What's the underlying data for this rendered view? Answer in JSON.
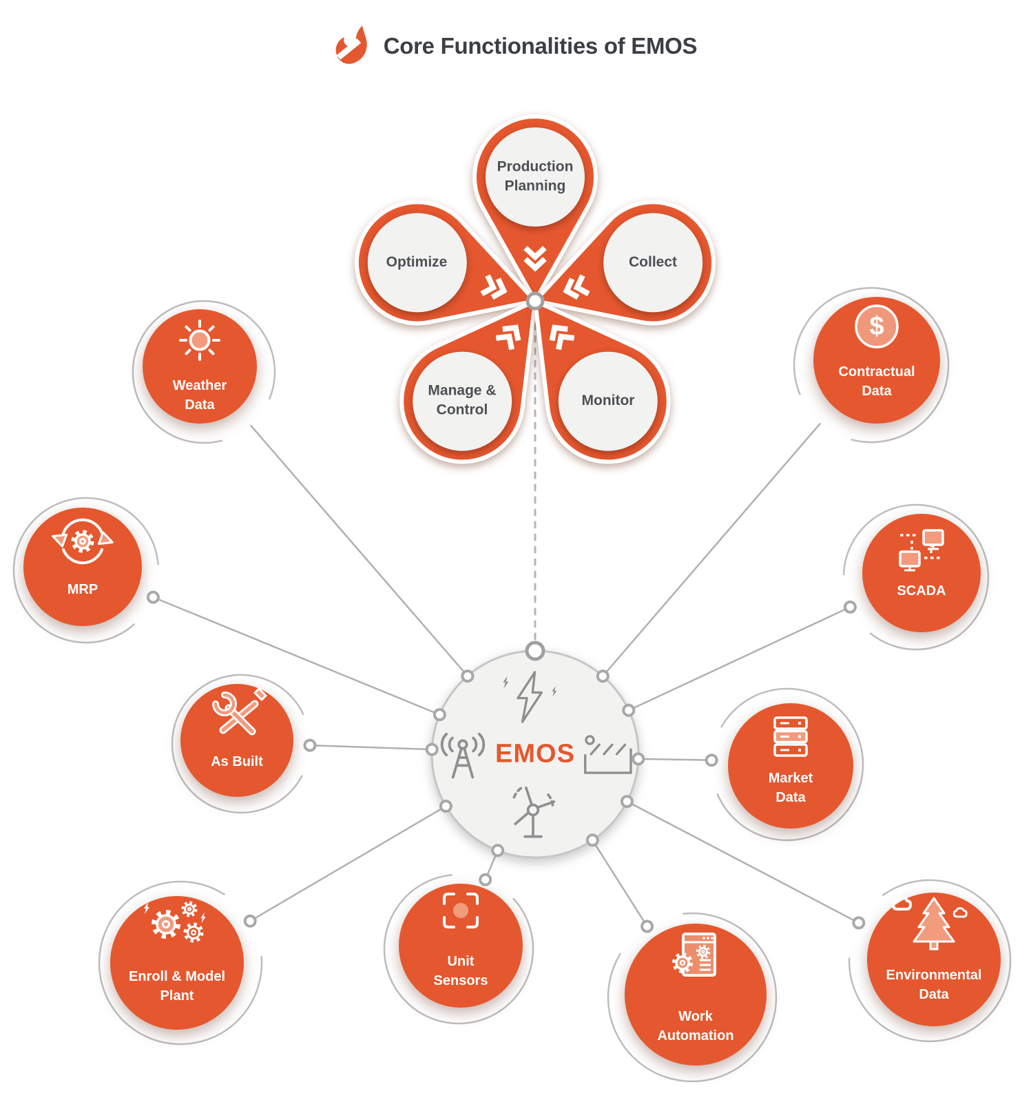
{
  "title": {
    "icon": "flame-icon",
    "text": "Core Functionalities of EMOS"
  },
  "hub": {
    "label": "EMOS",
    "icons": [
      "lightning-bolt-icon",
      "radio-antenna-icon",
      "factory-icon",
      "wind-turbine-icon"
    ]
  },
  "core_functions": [
    {
      "label": "Production Planning"
    },
    {
      "label": "Optimize"
    },
    {
      "label": "Collect"
    },
    {
      "label": "Manage & Control"
    },
    {
      "label": "Monitor"
    }
  ],
  "data_sources": [
    {
      "label": "Weather Data",
      "icon": "sun-icon"
    },
    {
      "label": "MRP",
      "icon": "sync-gear-icon"
    },
    {
      "label": "As Built",
      "icon": "tools-icon"
    },
    {
      "label": "Enroll & Model Plant",
      "icon": "gears-bolt-icon"
    },
    {
      "label": "Unit Sensors",
      "icon": "sensor-target-icon"
    },
    {
      "label": "Work Automation",
      "icon": "automation-window-icon"
    },
    {
      "label": "Environmental Data",
      "icon": "pine-tree-icon"
    },
    {
      "label": "Market Data",
      "icon": "server-stack-icon"
    },
    {
      "label": "SCADA",
      "icon": "network-monitors-icon",
      "connector_style": "solid"
    },
    {
      "label": "Contractual Data",
      "icon": "dollar-coin-icon",
      "icon_glyph": "$"
    }
  ],
  "colors": {
    "orange": "#e5572e",
    "light_orange": "#f29b7d",
    "hub_fill": "#f2f2f0",
    "line_gray": "#b3b3b3",
    "icon_gray": "#8f8f8f",
    "title_text": "#3b3e44",
    "petal_text": "#4c5055",
    "label_text": "#ffffff"
  }
}
